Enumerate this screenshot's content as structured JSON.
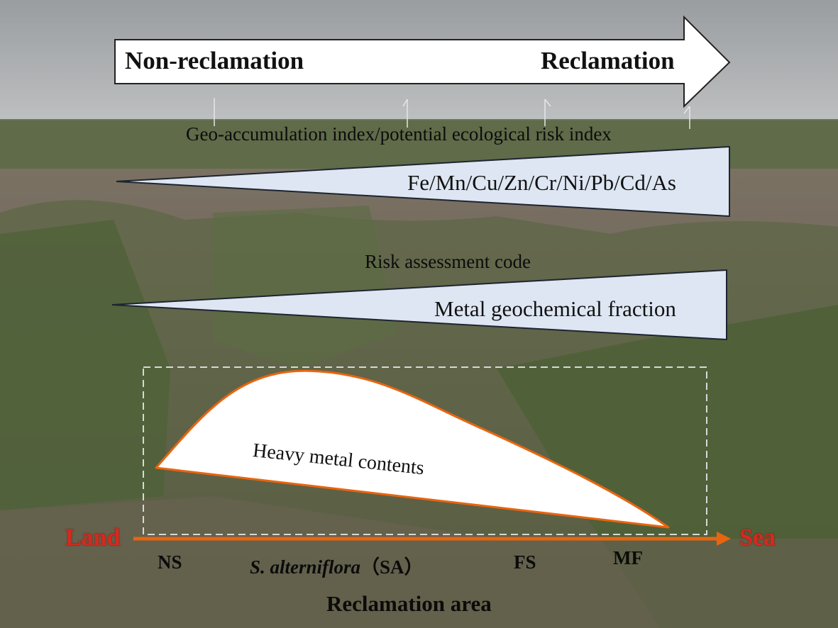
{
  "top_arrow": {
    "left_label": "Non-reclamation",
    "right_label": "Reclamation"
  },
  "geo_wedge": {
    "title": "Geo-accumulation index/potential ecological risk index",
    "label": "Fe/Mn/Cu/Zn/Cr/Ni/Pb/Cd/As"
  },
  "rac_wedge": {
    "title": "Risk assessment code",
    "label": "Metal geochemical fraction"
  },
  "curve": {
    "label": "Heavy metal contents"
  },
  "axis": {
    "left_label": "Land",
    "right_label": "Sea",
    "title": "Reclamation area"
  },
  "zones": {
    "ns": "NS",
    "sa_species": "S. alterniflora",
    "sa_code": "（SA）",
    "fs": "FS",
    "mf": "MF"
  },
  "colors": {
    "wedge_fill": "#dde6f2",
    "axis_arrow": "#e8650f",
    "land_sea_text": "#d42a1f",
    "curve_outline": "#e8650f",
    "dashed_box": "#d8d8d8"
  }
}
